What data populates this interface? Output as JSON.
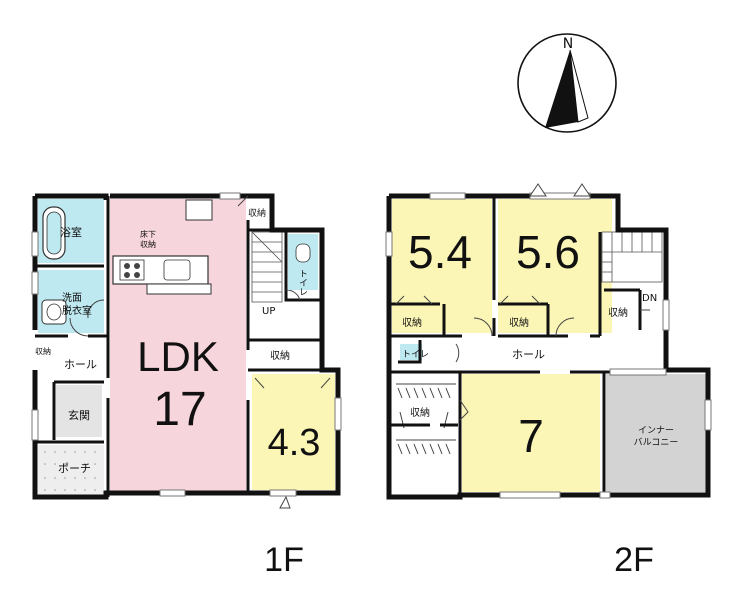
{
  "compass": {
    "north": "N"
  },
  "floor1": {
    "label": "1F",
    "rooms": {
      "bath": "浴室",
      "washroom": "洗面\n脱衣室",
      "underfloor_storage": "床下\n収納",
      "ldk": "LDK",
      "ldk_size": "17",
      "toilet": "トイレ",
      "up": "UP",
      "storage_top": "収納",
      "storage_left": "収納",
      "hall": "ホール",
      "entrance": "玄関",
      "porch": "ポーチ",
      "storage_mid": "収納",
      "room43": "4.3"
    }
  },
  "floor2": {
    "label": "2F",
    "rooms": {
      "room54": "5.4",
      "room56": "5.6",
      "storage_a": "収納",
      "storage_b": "収納",
      "storage_c": "収納",
      "dn": "DN",
      "toilet": "トイレ",
      "hall": "ホール",
      "storage_d": "収納",
      "room7": "7",
      "balcony": "インナー\nバルコニー"
    }
  },
  "colors": {
    "ldk": "#f7d5dc",
    "bath": "#bfe9f1",
    "room": "#fbf6b5",
    "balcony": "#d3d3d3",
    "wall": "#111111"
  }
}
